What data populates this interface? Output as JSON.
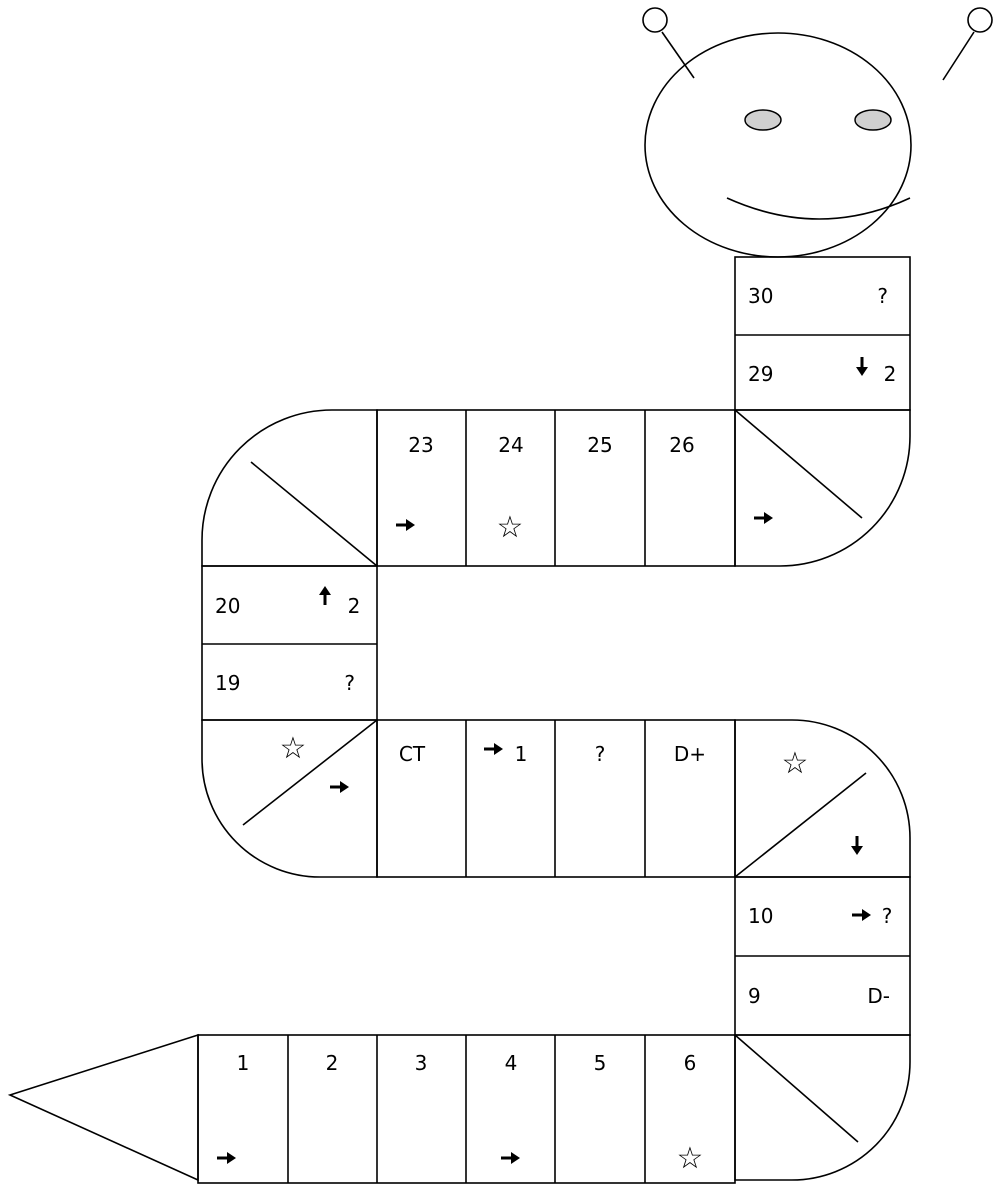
{
  "board": {
    "cells": {
      "c1": {
        "label": "1",
        "icon": "right-arrow-icon"
      },
      "c2": {
        "label": "2"
      },
      "c3": {
        "label": "3"
      },
      "c4": {
        "label": "4",
        "icon": "right-arrow-icon"
      },
      "c5": {
        "label": "5"
      },
      "c6": {
        "label": "6",
        "icon": "star-icon"
      },
      "c9": {
        "label": "9",
        "tag": "D-"
      },
      "c10": {
        "label": "10",
        "tag": "?",
        "icon": "right-arrow-icon"
      },
      "c11": {
        "icon": "down-arrow-icon"
      },
      "c12": {
        "icon": "star-icon"
      },
      "c13": {
        "label": "D+"
      },
      "c14": {
        "label": "?"
      },
      "c15": {
        "value": "1",
        "icon": "right-arrow-icon"
      },
      "c16": {
        "label": "CT"
      },
      "c17": {
        "icon": "right-arrow-icon"
      },
      "c18": {
        "icon": "star-icon"
      },
      "c19": {
        "label": "19",
        "tag": "?"
      },
      "c20": {
        "label": "20",
        "value": "2",
        "icon": "up-arrow-icon"
      },
      "c23": {
        "label": "23",
        "icon": "right-arrow-icon"
      },
      "c24": {
        "label": "24",
        "icon": "star-icon"
      },
      "c25": {
        "label": "25"
      },
      "c26": {
        "label": "26"
      },
      "c27": {
        "icon": "right-arrow-icon"
      },
      "c29": {
        "label": "29",
        "value": "2",
        "icon": "down-arrow-icon"
      },
      "c30": {
        "label": "30",
        "tag": "?"
      }
    },
    "star_glyph": "☆",
    "colors": {
      "line": "#000000",
      "eyes": "#d0d0d0",
      "background": "#ffffff"
    }
  }
}
